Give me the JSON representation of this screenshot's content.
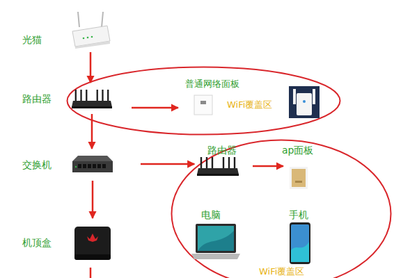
{
  "diagram": {
    "nodes": [
      {
        "text": [
          "光猫"
        ]
      },
      {
        "text": [
          "WiFi覆盖区"
        ]
      },
      {
        "text": [
          "路由器"
        ],
        "in": 1
      },
      {
        "text": [
          "普通网络面板"
        ],
        "in": 1
      },
      {
        "text": [
          "交换机"
        ]
      },
      {
        "text": [
          "WiFi覆盖区"
        ]
      },
      {
        "text": [
          "路由器"
        ],
        "in": 5
      },
      {
        "text": [
          "ap面板"
        ],
        "in": 5
      },
      {
        "text": [
          "电脑"
        ],
        "in": 5
      },
      {
        "text": [
          "手机"
        ],
        "in": 5
      },
      {
        "text": [
          "机顶盒"
        ]
      }
    ],
    "edges": [
      {
        "from": 0,
        "to": 2,
        "arrow": "to"
      },
      {
        "from": 2,
        "to": 3,
        "arrow": "to"
      },
      {
        "from": 2,
        "to": 4,
        "arrow": "to"
      },
      {
        "from": 4,
        "to": 5,
        "arrow": "to"
      },
      {
        "from": 6,
        "to": 7,
        "arrow": "to"
      },
      {
        "from": 4,
        "to": 10,
        "arrow": "to"
      }
    ]
  }
}
